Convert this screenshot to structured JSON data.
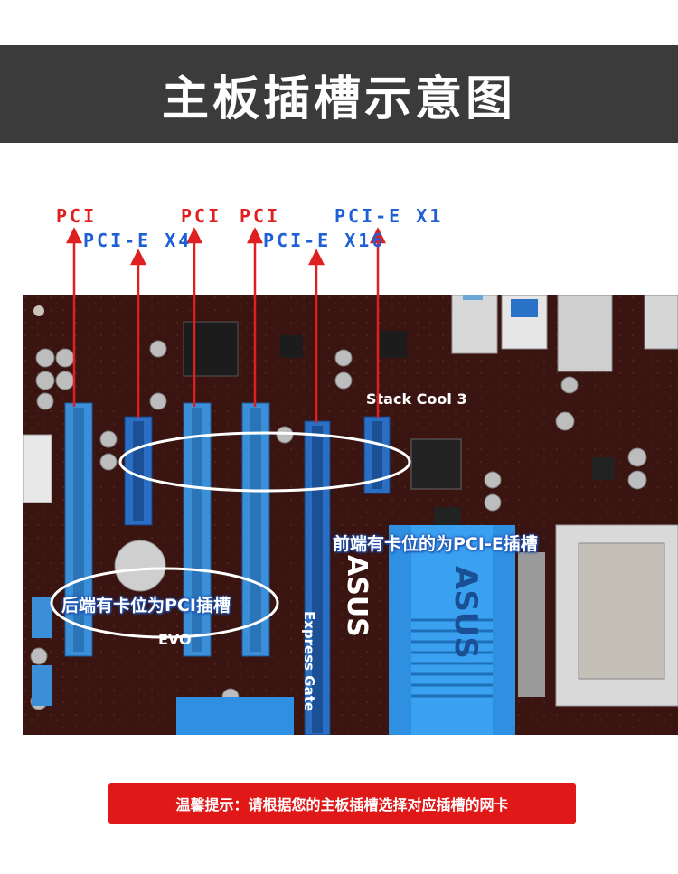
{
  "title": "主板插槽示意图",
  "labels": {
    "pci_1": "PCI",
    "pcie_x4": "PCI-E X4",
    "pci_2": "PCI",
    "pci_3": "PCI",
    "pcie_x16": "PCI-E X16",
    "pcie_x1": "PCI-E X1"
  },
  "notes": {
    "pcie_note": "前端有卡位的为PCI-E插槽",
    "pci_note": "后端有卡位为PCI插槽"
  },
  "board_text": {
    "stack_cool": "Stack Cool 3",
    "express_gate": "Express Gate",
    "brand": "ASUS",
    "evo": "EVO"
  },
  "tip": "温馨提示：请根据您的主板插槽选择对应插槽的网卡",
  "colors": {
    "pci_red": "#e02020",
    "pcie_blue": "#1f5fd6",
    "slot_blue": "#3a8fd8",
    "pcb": "#3a1410",
    "tip_bar": "#e01818",
    "title_bar": "#3b3b3b"
  }
}
